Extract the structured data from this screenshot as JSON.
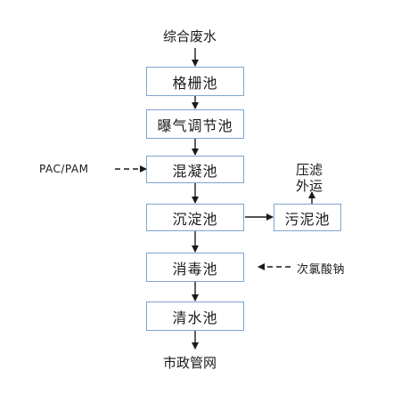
{
  "inputs": {
    "wastewater": "综合废水",
    "coagulant": "PAC/PAM",
    "disinfectant": "次氯酸钠"
  },
  "units": {
    "grille": "格栅池",
    "aeration": "曝气调节池",
    "coagulation": "混凝池",
    "sedimentation": "沉淀池",
    "disinfection": "消毒池",
    "clear_water": "清水池",
    "sludge": "污泥池"
  },
  "outputs": {
    "municipal": "市政管网",
    "sludge_line1": "压滤",
    "sludge_line2": "外运"
  },
  "colors": {
    "box_border": "#7fa4cf",
    "line": "#1a1a1a"
  }
}
